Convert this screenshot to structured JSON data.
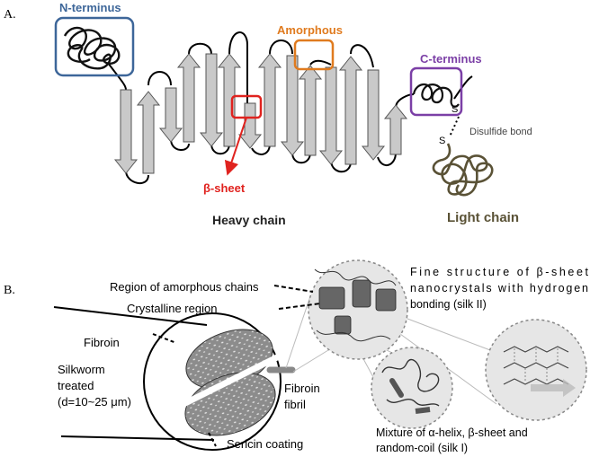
{
  "panel_a": {
    "letter": "A.",
    "n_terminus": "N-terminus",
    "amorphous": "Amorphous",
    "c_terminus": "C-terminus",
    "s_top": "S",
    "s_bottom": "S",
    "disulfide_bond": "Disulfide bond",
    "beta_sheet": "β-sheet",
    "heavy_chain": "Heavy chain",
    "light_chain": "Light chain",
    "colors": {
      "n_terminus": "#3d6699",
      "amorphous": "#e07b1f",
      "c_terminus": "#7b3fa6",
      "beta_sheet": "#e0231f",
      "light_chain": "#5a5236",
      "arrow_fill": "#c9c9c9"
    }
  },
  "panel_b": {
    "letter": "B.",
    "amorphous_region": "Region of amorphous chains",
    "crystalline_region": "Crystalline region",
    "fibroin": "Fibroin",
    "silkworm_line1": "Silkworm",
    "silkworm_line2": "treated",
    "silkworm_line3": "(d=10~25 μm)",
    "fibroin_fibril_line1": "Fibroin",
    "fibroin_fibril_line2": "fibril",
    "sericin": "Sericin coating",
    "fine_line1": "Fine structure of β-sheet",
    "fine_line2": "nanocrystals with hydrogen",
    "fine_line3": "bonding (silk II)",
    "mixture_line1": "Mixture of α-helix, β-sheet and",
    "mixture_line2": "random-coil (silk I)"
  }
}
